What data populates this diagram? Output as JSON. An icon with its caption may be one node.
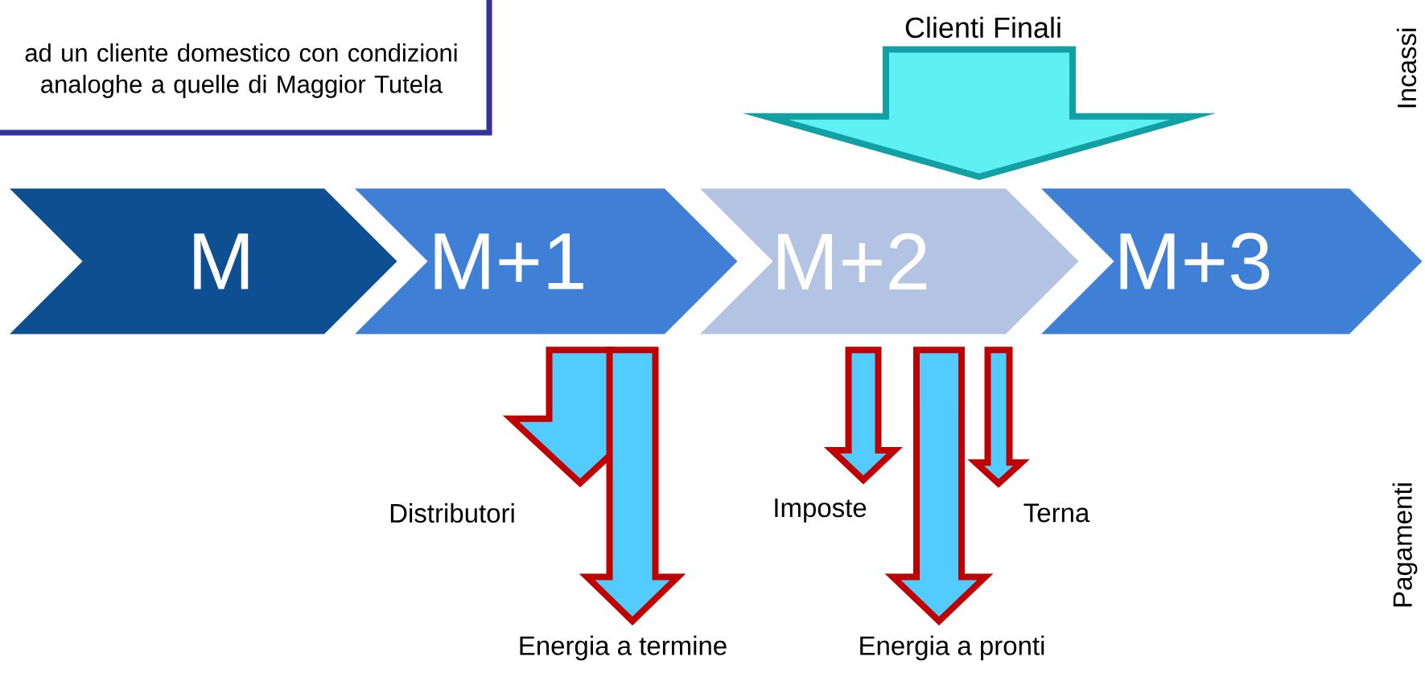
{
  "diagram": {
    "nodes": [
      {
        "text": [
          "ad un cliente domestico con condizioni analoghe a quelle di Maggior Tutela"
        ]
      },
      {
        "text": [
          "Clienti Finali"
        ]
      },
      {
        "text": [
          "M"
        ]
      },
      {
        "text": [
          "M+1"
        ]
      },
      {
        "text": [
          "M+2"
        ]
      },
      {
        "text": [
          "M+3"
        ]
      },
      {
        "text": [
          "Distributori"
        ]
      },
      {
        "text": [
          "Energia a termine"
        ]
      },
      {
        "text": [
          "Imposte"
        ]
      },
      {
        "text": [
          "Energia a pronti"
        ]
      },
      {
        "text": [
          "Terna"
        ]
      }
    ],
    "edges": [
      {
        "from": 1,
        "to": 4,
        "arrow": "to",
        "color": "#12a0a4"
      },
      {
        "from": 3,
        "to": 6,
        "arrow": "to"
      },
      {
        "from": 3,
        "to": 7,
        "arrow": "to"
      },
      {
        "from": 4,
        "to": 8,
        "arrow": "to"
      },
      {
        "from": 4,
        "to": 9,
        "arrow": "to"
      },
      {
        "from": 4,
        "to": 10,
        "arrow": "to"
      }
    ],
    "labels": [
      "Incassi",
      "Pagamenti"
    ]
  }
}
